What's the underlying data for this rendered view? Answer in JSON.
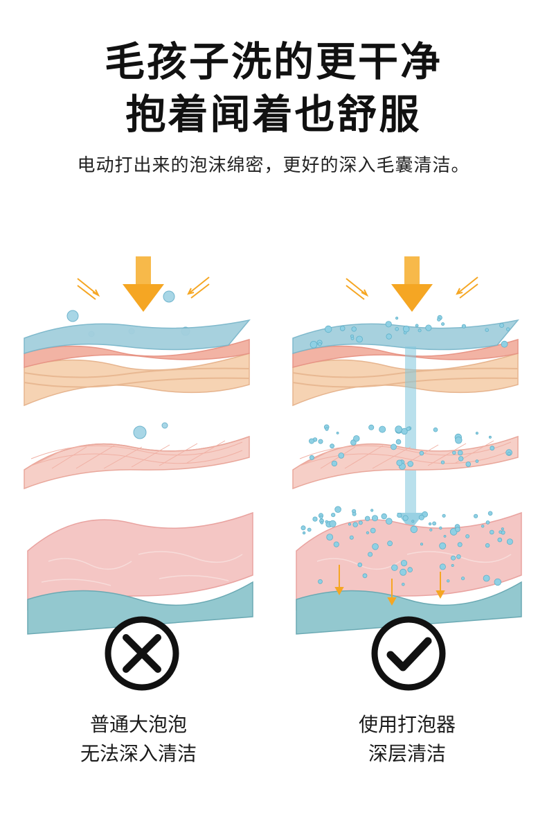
{
  "headline": {
    "line1": "毛孩子洗的更干净",
    "line2": "抱着闻着也舒服"
  },
  "subtitle": "电动打出来的泡沫绵密，更好的深入毛囊清洁。",
  "comparison": {
    "left": {
      "verdict": "wrong",
      "caption_line1": "普通大泡泡",
      "caption_line2": "无法深入清洁"
    },
    "right": {
      "verdict": "correct",
      "caption_line1": "使用打泡器",
      "caption_line2": "深层清洁"
    }
  },
  "colors": {
    "foam_layer": "#9dcbd8",
    "skin_pink": "#f2b8ae",
    "skin_tan": "#f5d2b0",
    "dermis": "#f4c4c2",
    "base_teal": "#8fc7ce",
    "arrow_orange": "#f5a623",
    "bubble": "#7fc6dc",
    "icon_dark": "#111111"
  }
}
